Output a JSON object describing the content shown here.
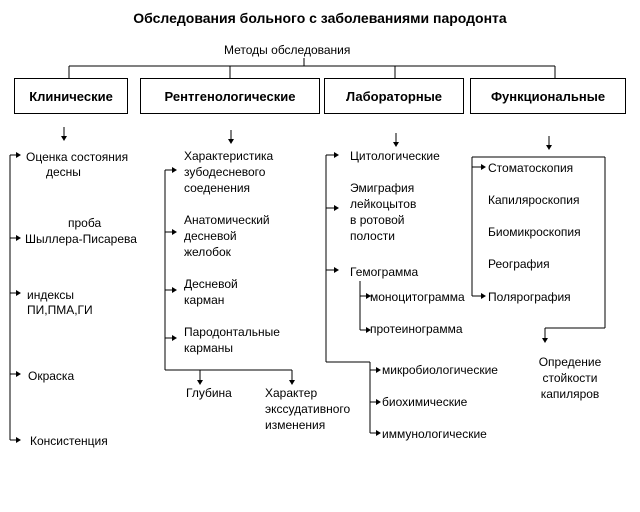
{
  "title": "Обследования больного с заболеваниями пародонта",
  "methods_label": "Методы обследования",
  "categories": {
    "clinical": "Клинические",
    "xray": "Рентгенологические",
    "lab": "Лабораторные",
    "functional": "Функциональные"
  },
  "clinical_items": [
    "Оценка состояния",
    "десны",
    "проба",
    "Шыллера-Писарева",
    "индексы",
    "ПИ,ПМА,ГИ",
    "Окраска",
    "Консистенция"
  ],
  "xray_items": [
    "Характеристика",
    "зубодесневого",
    "соеденения",
    "Анатомический",
    "десневой",
    "желобок",
    "Десневой",
    "карман",
    "Пародонтальные",
    "карманы"
  ],
  "xray_sub": {
    "depth": "Глубина",
    "character": [
      "Характер",
      "экссудативного",
      "изменения"
    ]
  },
  "lab_items": {
    "cyto": "Цитологические",
    "emig": [
      "Эмиграфия",
      "лейкоцытов",
      "в ротовой",
      "полости"
    ],
    "hemo": "Гемограмма",
    "mono": "моноцитограмма",
    "prot": "протеинограмма",
    "micro": "микробиологические",
    "bio": "биохимические",
    "immuno": "иммунологические"
  },
  "functional_items": [
    "Стоматоскопия",
    "Капиляроскопия",
    "Биомикроскопия",
    "Реография",
    "Полярография"
  ],
  "functional_result": [
    "Опредение",
    "стойкости",
    "капиляров"
  ]
}
